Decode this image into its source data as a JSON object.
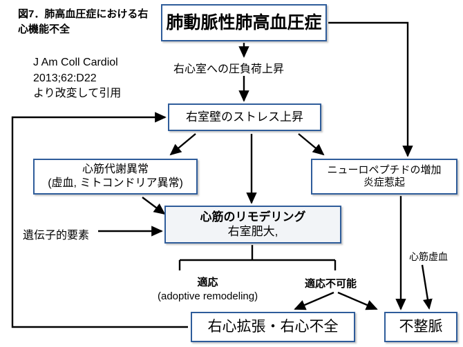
{
  "figure": {
    "caption_title": "図7．肺高血圧症における右心機能不全",
    "reference": "J Am Coll Cardiol\n2013;62:D22\nより改変して引用"
  },
  "nodes": {
    "pah": {
      "label": "肺動脈性肺高血圧症"
    },
    "stress": {
      "label": "右室壁のストレス上昇"
    },
    "metabolic": {
      "line1": "心筋代謝異常",
      "line2": "(虚血, ミトコンドリア異常)"
    },
    "neuropeptide": {
      "line1": "ニューロペプチドの増加",
      "line2": "炎症惹起"
    },
    "remodeling": {
      "line1": "心筋のリモデリング",
      "line2": "右室肥大,"
    },
    "right_heart_failure": {
      "label": "右心拡張・右心不全"
    },
    "arrhythmia": {
      "label": "不整脈"
    }
  },
  "edge_labels": {
    "pressure_overload": "右心室への圧負荷上昇",
    "genetic_factor": "遺伝子的要素",
    "myocardial_ischemia": "心筋虚血",
    "adaptive_line1": "適応",
    "adaptive_line2": "(adoptive remodeling)",
    "maladaptive": "適応不可能"
  },
  "colors": {
    "box_border": "#2E5C9A",
    "box_fill": "#FFFFFF",
    "highlight_fill": "#F2F4F7",
    "arrow": "#000000",
    "text": "#000000",
    "page_background": "#FFFFFF"
  }
}
